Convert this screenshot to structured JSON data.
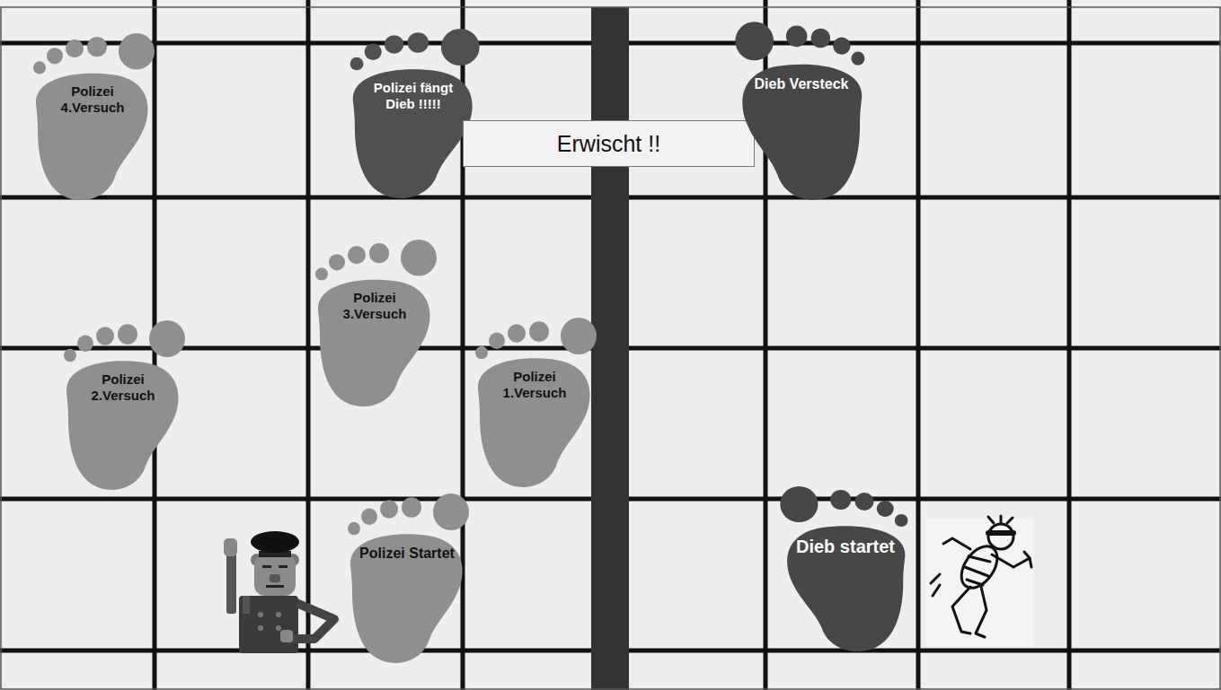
{
  "diagram": {
    "nodes": [
      {
        "text": [
          "Polizei 4.Versuch"
        ]
      },
      {
        "text": [
          "Polizei fängt Dieb !!!!!"
        ]
      },
      {
        "text": [
          "Erwischt !!"
        ]
      },
      {
        "text": [
          "Dieb Versteck"
        ]
      },
      {
        "text": [
          "Polizei 3.Versuch"
        ]
      },
      {
        "text": [
          "Polizei 2.Versuch"
        ]
      },
      {
        "text": [
          "Polizei 1.Versuch"
        ]
      },
      {
        "text": [
          "Polizei Startet"
        ]
      },
      {
        "text": [
          "Dieb startet"
        ]
      }
    ],
    "edges": []
  }
}
